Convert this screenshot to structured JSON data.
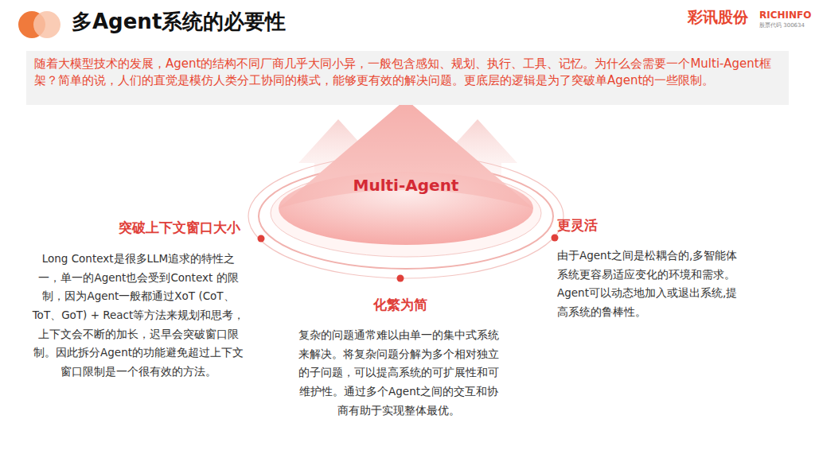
{
  "diagram": {
    "title": "多Agent系统的必要性",
    "nodes": [
      {
        "text": [
          "随着大模型技术的发展，Agent的结构不同厂商几乎大同小异，一般包含感知、规划、执行、工具、记忆。为什么会需要一个Multi-Agent框架？简单的说，人们的直觉是模仿人类分工协同的模式，能够更有效的解决问题。更底层的逻辑是为了突破单Agent的一些限制。"
        ]
      },
      {
        "text": [
          "Multi-Agent"
        ]
      }
    ],
    "edges": [],
    "labels": [
      "彩讯股份",
      "RICHINFO",
      "股票代码 300634",
      "突破上下文窗口大小",
      "Long Context是很多LLM追求的特性之一，单一的Agent也会受到Context 的限制，因为Agent一般都通过XoT (CoT、ToT、GoT) + React等方法来规划和思考，上下文会不断的加长，迟早会突破窗口限制。因此拆分Agent的功能避免超过上下文窗口限制是一个很有效的方法。",
      "化繁为简",
      "复杂的问题通常难以由单一的集中式系统来解决。将复杂问题分解为多个相对独立的子问题，可以提高系统的可扩展性和可维护性。通过多个Agent之间的交互和协商有助于实现整体最优。",
      "更灵活",
      "由于Agent之间是松耦合的,多智能体系统更容易适应变化的环境和需求。Agent可以动态地加入或退出系统,提高系统的鲁棒性。"
    ]
  }
}
